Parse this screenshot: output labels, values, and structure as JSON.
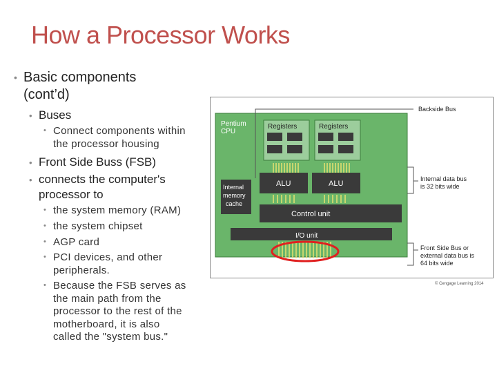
{
  "slide": {
    "title": "How a Processor Works",
    "bullets": {
      "l1_line1": "Basic components",
      "l1_line2": "(cont’d)",
      "buses": "Buses",
      "connect_line1": "Connect components within",
      "connect_line2": "the processor housing",
      "fsb": "Front Side Buss (FSB)",
      "connects_line1": "connects the computer's",
      "connects_line2": "processor to",
      "sub": [
        "the system memory (RAM)",
        "the system chipset",
        "AGP card"
      ],
      "pci_line1": "PCI devices, and other",
      "pci_line2": "peripherals.",
      "because_lines": [
        "Because the FSB serves as",
        "the main path from the",
        "processor to the rest of the",
        "motherboard, it is also",
        "called the \"system bus.\""
      ]
    }
  },
  "diagram": {
    "pentium_line1": "Pentium",
    "pentium_line2": "CPU",
    "registers_left": "Registers",
    "registers_right": "Registers",
    "alu_left": "ALU",
    "alu_right": "ALU",
    "internal_memory": [
      "Internal",
      "memory",
      "cache"
    ],
    "control_unit": "Control unit",
    "io_unit": "I/O unit",
    "backside_bus": "Backside Bus",
    "internal_data_bus": [
      "Internal data bus",
      "is 32 bits wide"
    ],
    "front_side_bus": [
      "Front Side Bus or",
      "external data bus is",
      "64 bits wide"
    ],
    "copyright": "© Cengage Learning 2014",
    "colors": {
      "cpu_fill": "#6ab56a",
      "block_dark": "#3a3a3a",
      "highlight_circle": "#e02020",
      "bus_yellow": "#e8e070"
    }
  }
}
